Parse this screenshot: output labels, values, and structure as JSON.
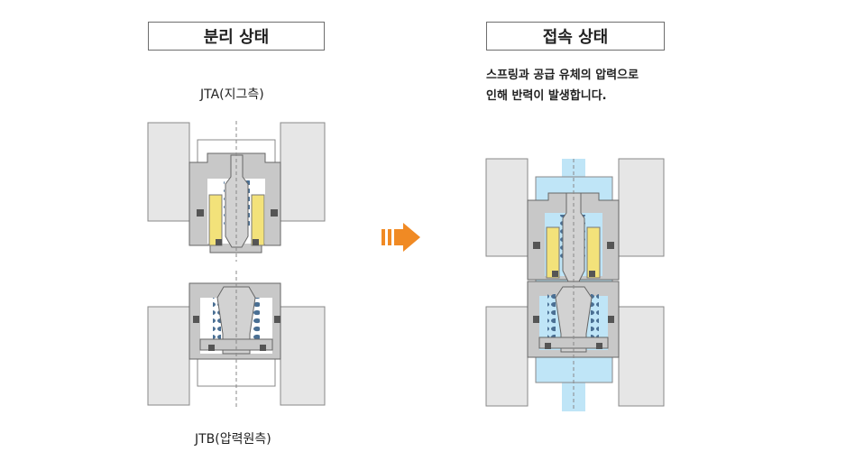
{
  "left_panel": {
    "header": "분리 상태",
    "top_caption": "JTA(지그측)",
    "bottom_caption": "JTB(압력원측)"
  },
  "right_panel": {
    "header": "접속 상태",
    "description_line1": "스프링과 공급 유체의 압력으로",
    "description_line2": "인해 반력이 발생합니다."
  },
  "colors": {
    "body_gray": "#c8c8c8",
    "dark_gray": "#707070",
    "medium_gray": "#9a9a9a",
    "light_block": "#e6e6e6",
    "yellow_part": "#f3e27a",
    "spring_blue": "#4a6f93",
    "fluid_blue": "#bfe5f7",
    "arrow_orange": "#f08a24"
  }
}
